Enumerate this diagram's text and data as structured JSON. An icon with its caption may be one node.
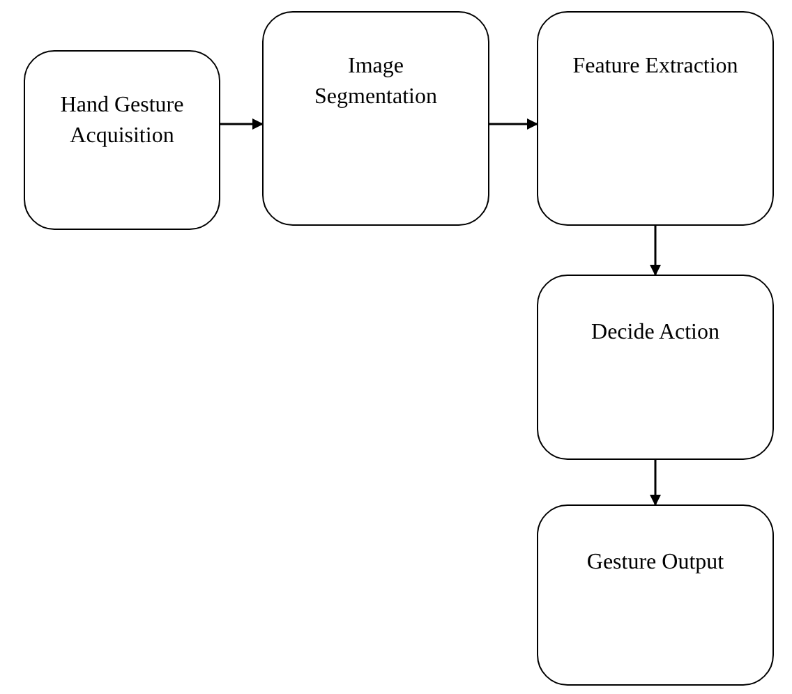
{
  "diagram": {
    "nodes": [
      {
        "text": [
          "Hand Gesture Acquisition"
        ]
      },
      {
        "text": [
          "Image Segmentation"
        ]
      },
      {
        "text": [
          "Feature Extraction"
        ]
      },
      {
        "text": [
          "Decide Action"
        ]
      },
      {
        "text": [
          "Gesture Output"
        ]
      }
    ],
    "edges": [
      {
        "from": 0,
        "to": 1,
        "arrow": "to"
      },
      {
        "from": 1,
        "to": 2,
        "arrow": "to"
      },
      {
        "from": 2,
        "to": 3,
        "arrow": "to"
      },
      {
        "from": 3,
        "to": 4,
        "arrow": "to"
      }
    ]
  }
}
